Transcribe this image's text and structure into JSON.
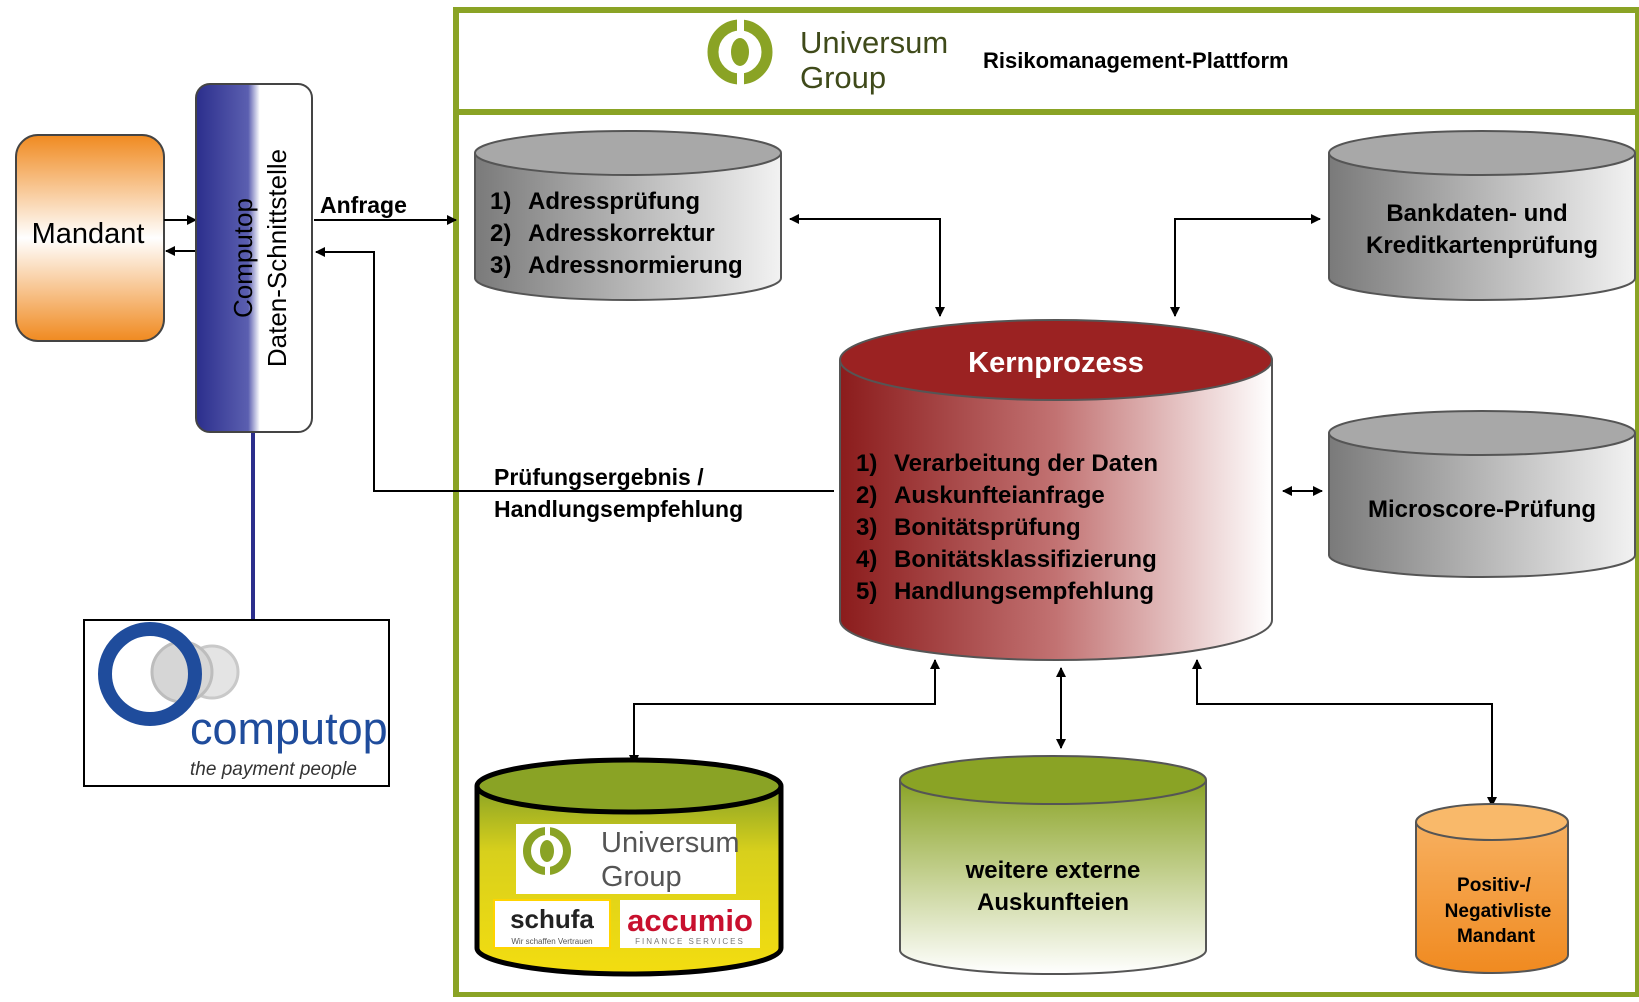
{
  "header": {
    "brand_line1": "Universum",
    "brand_line2": "Group",
    "platform_title": "Risikomanagement-Plattform"
  },
  "mandant": {
    "label": "Mandant"
  },
  "interface": {
    "line1": "Computop",
    "line2": "Daten-Schnittstelle"
  },
  "flows": {
    "request": "Anfrage",
    "result_line1": "Prüfungsergebnis /",
    "result_line2": "Handlungsempfehlung"
  },
  "address_db": {
    "items": [
      "Adressprüfung",
      "Adresskorrektur",
      "Adressnormierung"
    ]
  },
  "bank_db": {
    "line1": "Bankdaten- und",
    "line2": "Kreditkartenprüfung"
  },
  "core": {
    "title": "Kernprozess",
    "steps": [
      "Verarbeitung der Daten",
      "Auskunfteianfrage",
      "Bonitätsprüfung",
      "Bonitätsklassifizierung",
      "Handlungsempfehlung"
    ]
  },
  "microscore_db": {
    "label": "Microscore-Prüfung"
  },
  "bureaus_db": {
    "universum_line1": "Universum",
    "universum_line2": "Group",
    "schufa": "schufa",
    "schufa_tagline": "Wir schaffen Vertrauen",
    "accumio": "accumio",
    "accumio_tagline": "FINANCE SERVICES"
  },
  "external_db": {
    "line1": "weitere externe",
    "line2": "Auskunfteien"
  },
  "list_db": {
    "line1": "Positiv-/",
    "line2": "Negativliste",
    "line3": "Mandant"
  },
  "computop_logo": {
    "wordmark": "computop",
    "tagline": "the payment people"
  },
  "colors": {
    "frame_green": "#8aa325",
    "interface_blue": "#2b2e8c",
    "core_red": "#8b1c1c",
    "mandant_orange": "#f29a3a",
    "bureau_yellow": "#e6d21a",
    "grey_db": "#8a8a8a"
  }
}
